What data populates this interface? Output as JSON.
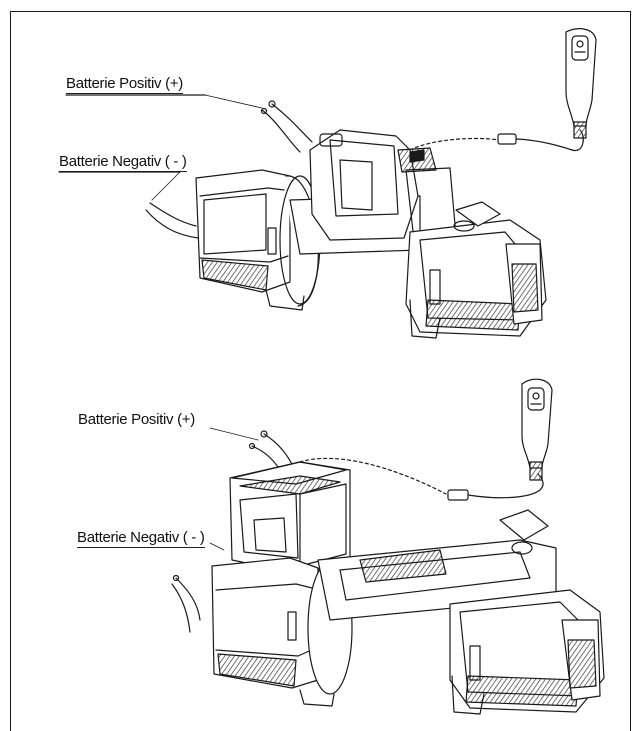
{
  "labels": {
    "top_positive": "Batterie Positiv (+)",
    "top_negative": "Batterie Negativ ( - )",
    "bottom_positive": "Batterie Positiv (+)",
    "bottom_negative": "Batterie Negativ ( - )"
  },
  "colors": {
    "line": "#1a1a1a",
    "hatch": "#2a2a2a",
    "background": "#ffffff"
  }
}
